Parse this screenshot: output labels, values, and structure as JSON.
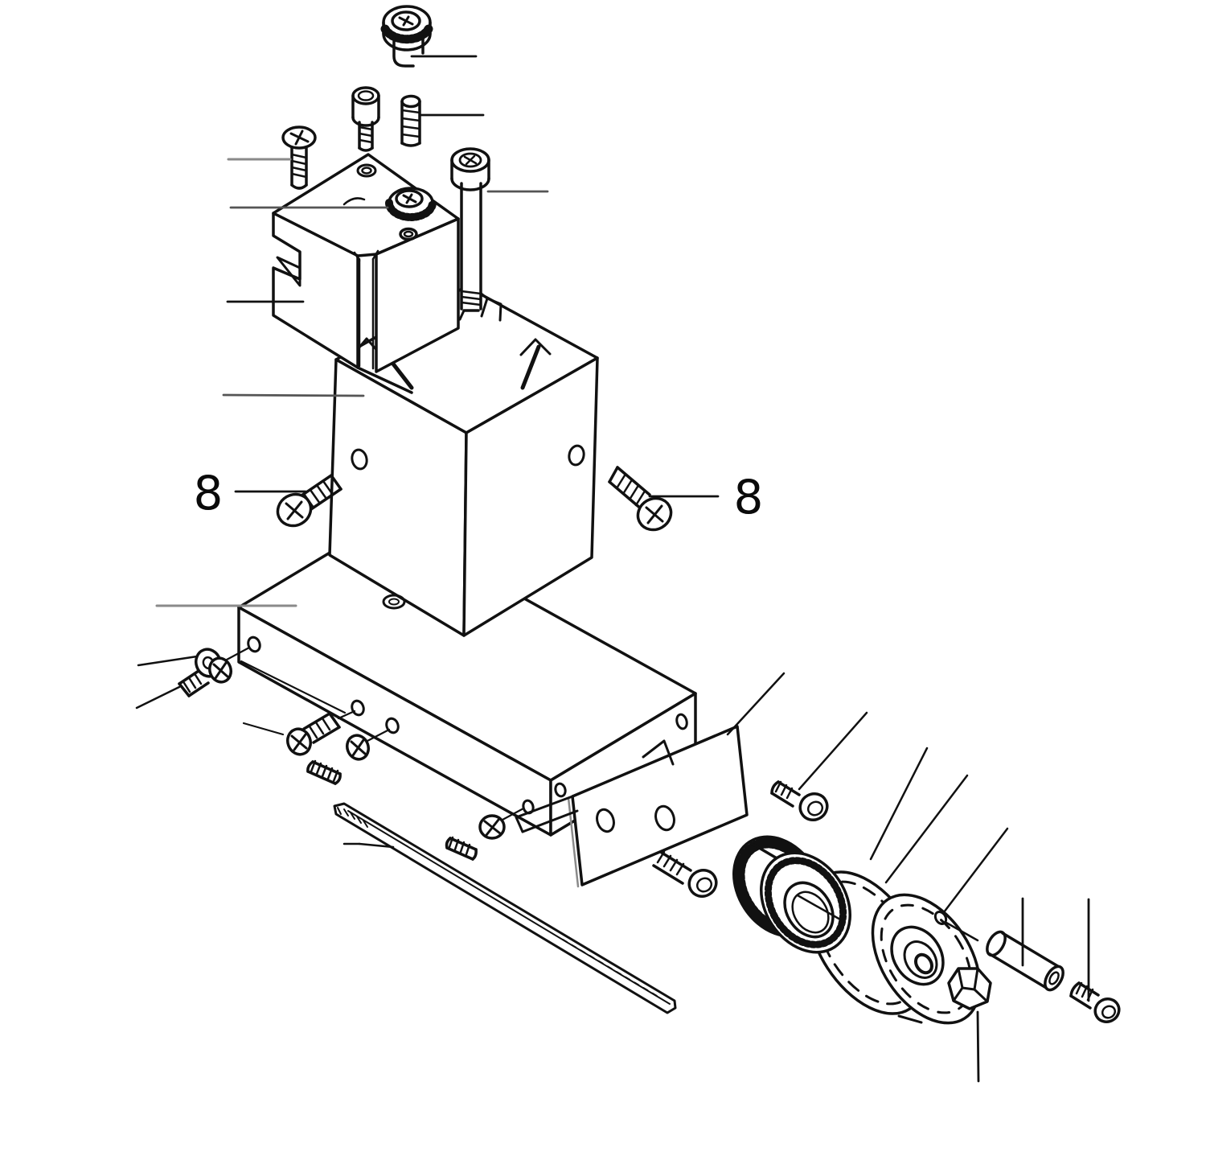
{
  "figure": {
    "type": "exploded-parts-diagram",
    "subject": "machine tool head, column, base plate and belt pulley assembly",
    "background_color": "#ffffff",
    "line_color": "#111111",
    "leader_line_color": "#8a8a8a"
  },
  "labels": [
    {
      "text": "8",
      "position": "left",
      "refers_to": "pan-head-screw-left"
    },
    {
      "text": "8",
      "position": "right",
      "refers_to": "pan-head-screw-right"
    }
  ],
  "parts": [
    {
      "name": "knurled-thumb-nut"
    },
    {
      "name": "pan-head-screw-top"
    },
    {
      "name": "socket-head-cap-screw"
    },
    {
      "name": "threaded-pin"
    },
    {
      "name": "long-socket-head-screw"
    },
    {
      "name": "clamp-head-block"
    },
    {
      "name": "knurled-adjust-knob"
    },
    {
      "name": "column-block"
    },
    {
      "name": "pan-head-screw-left"
    },
    {
      "name": "pan-head-screw-right"
    },
    {
      "name": "base-plate"
    },
    {
      "name": "washer-with-screw"
    },
    {
      "name": "front-fixing-screws-and-studs"
    },
    {
      "name": "end-retaining-screw"
    },
    {
      "name": "clamp-plate"
    },
    {
      "name": "clamp-plate-screw"
    },
    {
      "name": "flat-blade-strip"
    },
    {
      "name": "drum-fixing-screw"
    },
    {
      "name": "knurled-drum"
    },
    {
      "name": "belt-pulley"
    },
    {
      "name": "hex-nut"
    },
    {
      "name": "spacer-sleeve"
    },
    {
      "name": "spacer-screw"
    }
  ]
}
